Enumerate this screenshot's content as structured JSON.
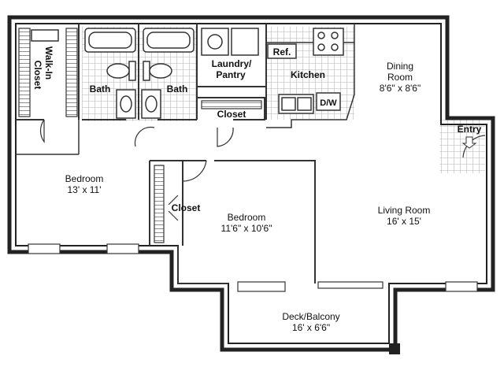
{
  "rooms": {
    "walk_in_closet": {
      "line1": "Walk-In",
      "line2": "Closet"
    },
    "bath_left": {
      "name": "Bath"
    },
    "bath_right": {
      "name": "Bath"
    },
    "laundry": {
      "line1": "Laundry/",
      "line2": "Pantry"
    },
    "ref": {
      "name": "Ref."
    },
    "kitchen": {
      "name": "Kitchen"
    },
    "dw": {
      "name": "D/W"
    },
    "dining": {
      "line1": "Dining",
      "line2": "Room",
      "dims": "8'6\" x 8'6\""
    },
    "closet_hall": {
      "name": "Closet"
    },
    "entry": {
      "name": "Entry"
    },
    "bedroom1": {
      "name": "Bedroom",
      "dims": "13' x 11'"
    },
    "closet_mid": {
      "name": "Closet"
    },
    "bedroom2": {
      "name": "Bedroom",
      "dims": "11'6\" x 10'6\""
    },
    "living": {
      "name": "Living Room",
      "dims": "16' x 15'"
    },
    "deck": {
      "name": "Deck/Balcony",
      "dims": "16' x 6'6\""
    }
  }
}
